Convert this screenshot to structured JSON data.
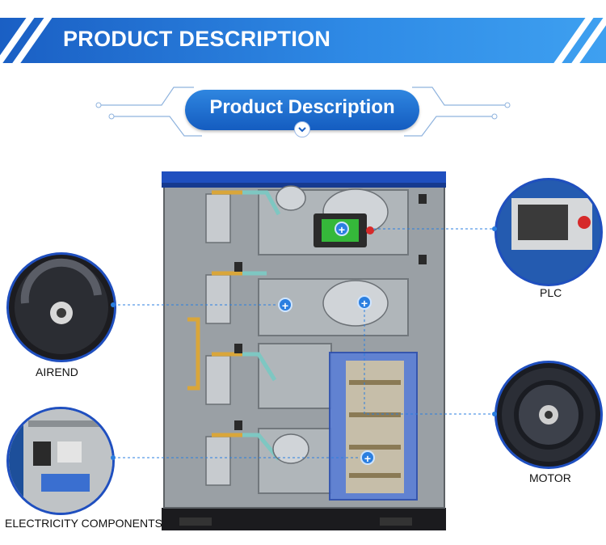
{
  "banner": {
    "title": "PRODUCT DESCRIPTION"
  },
  "subheading": {
    "title": "Product Description"
  },
  "callouts": {
    "plc": "PLC",
    "airend": "AIREND",
    "motor": "MOTOR",
    "electricity": "ELECTRICITY COMPONENTS"
  },
  "colors": {
    "brand_blue": "#1a5fc4",
    "accent_blue": "#2f8be6",
    "machine_gray": "#8e9499",
    "plc_screen": "#35b83a"
  },
  "icons": [
    "chevron-down-icon",
    "plus-hotspot-icon"
  ]
}
